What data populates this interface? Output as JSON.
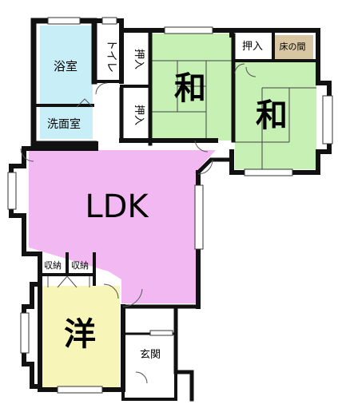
{
  "rooms": {
    "bath": "浴室",
    "toilet": "トイレ",
    "washroom": "洗面室",
    "oshiire_1": "押入",
    "oshiire_2": "押入",
    "oshiire_3": "押入",
    "tokonoma": "床の間",
    "washitsu_1": "和",
    "washitsu_2": "和",
    "ldk": "LDK",
    "shuno_1": "収納",
    "shuno_2": "収納",
    "yoshitsu": "洋",
    "genkan": "玄関"
  },
  "colors": {
    "bath": "#c8eef7",
    "washitsu": "#c6f0b4",
    "tokonoma": "#d9c7a3",
    "ldk": "#f2b8f2",
    "yoshitsu": "#f7f5b8",
    "wall": "#111111",
    "floor": "#ffffff"
  }
}
